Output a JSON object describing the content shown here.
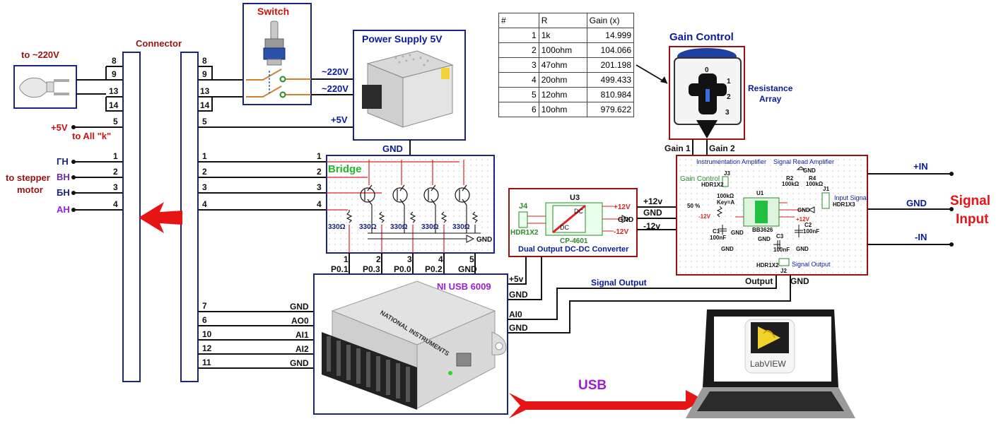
{
  "plug": {
    "label": "to ~220V"
  },
  "connector": {
    "label": "Connector"
  },
  "left_pins": [
    "8",
    "9",
    "13",
    "14",
    "5",
    "1",
    "2",
    "3",
    "4"
  ],
  "right_pins": [
    "8",
    "9",
    "13",
    "14",
    "5",
    "1",
    "2",
    "3",
    "4",
    "7",
    "6",
    "10",
    "12",
    "11"
  ],
  "plus5_label": "+5V",
  "plus5_sub": "to All \"k\"",
  "coils": [
    "ГН",
    "ВН",
    "БН",
    "АН"
  ],
  "stepper_label": "to stepper",
  "stepper_label2": "motor",
  "switch": {
    "title": "Switch"
  },
  "psu": {
    "title": "Power Supply 5V",
    "ac1": "~220V",
    "ac2": "~220V",
    "dc": "+5V",
    "gnd": "GND"
  },
  "bridge": {
    "title": "Bridge",
    "inputs": [
      "1",
      "2",
      "3",
      "4"
    ],
    "resistors": [
      "330Ω",
      "330Ω",
      "330Ω",
      "330Ω",
      "330Ω"
    ],
    "gnd": "GND",
    "out_pins": [
      "1",
      "2",
      "3",
      "4",
      "5"
    ],
    "out_labels": [
      "P0.1",
      "P0.3",
      "P0.0",
      "P0.2",
      "GND"
    ]
  },
  "ni": {
    "title": "NI USB 6009",
    "pins": [
      "GND",
      "AO0",
      "AI1",
      "AI2",
      "GND"
    ],
    "side": [
      "+5v",
      "GND",
      "AI0",
      "GND"
    ]
  },
  "gain_table": {
    "headers": [
      "#",
      "R",
      "Gain (x)"
    ],
    "rows": [
      [
        "1",
        "1k",
        "14.999"
      ],
      [
        "2",
        "100ohm",
        "104.066"
      ],
      [
        "3",
        "47ohm",
        "201.198"
      ],
      [
        "4",
        "20ohm",
        "499.433"
      ],
      [
        "5",
        "12ohm",
        "810.984"
      ],
      [
        "6",
        "10ohm",
        "979.622"
      ]
    ]
  },
  "gain_control": {
    "title": "Gain Control",
    "res1": "Resistance",
    "res2": "Array",
    "g1": "Gain 1",
    "g2": "Gain 2",
    "dial": [
      "0",
      "1",
      "2",
      "3"
    ]
  },
  "dcdc": {
    "title": "Dual Output DC-DC Converter",
    "u": "U3",
    "part": "CP-4601",
    "j": "J4",
    "hdr": "HDR1X2",
    "out": [
      "+12V",
      "GND",
      "-12V"
    ],
    "wires": [
      "+12v",
      "GND",
      "-12v"
    ],
    "dc": "DC"
  },
  "amp": {
    "title1": "Instrumentation Amplifier",
    "title2": "Signal  Read Amplifier",
    "gain_ctrl": "Gain Control",
    "j3": "J3",
    "hdr_j3": "HDR1X2",
    "u1": "U1",
    "chip": "BB3626",
    "r2": "R2",
    "r2v": "100kΩ",
    "r4": "R4",
    "r4v": "100kΩ",
    "pot": "100kΩ",
    "key": "Key=A",
    "pct": "50 %",
    "j1": "J1",
    "input": "Input Signal",
    "hdr_j1": "HDR1X3",
    "c1": "C1",
    "c1v": "100nF",
    "c2": "C2",
    "c2v": "100nF",
    "c3": "C3",
    "c3v": "100nF",
    "p12": "+12V",
    "m12": "-12V",
    "gnd": "GND",
    "hdr_j2": "HDR1X2",
    "j2": "J2",
    "sigout": "Signal Output",
    "output": "Output",
    "out_gnd": "GND"
  },
  "signal_in": {
    "title1": "Signal",
    "title2": "Input",
    "lines": [
      "+IN",
      "GND",
      "-IN"
    ]
  },
  "signal_output": "Signal Output",
  "usb": "USB",
  "labview": "LabVIEW",
  "colors": {
    "navy": "#1a237e",
    "dark_red": "#9b1010",
    "red": "#e61414",
    "green": "#22bb22",
    "purple": "#9a20cf"
  }
}
